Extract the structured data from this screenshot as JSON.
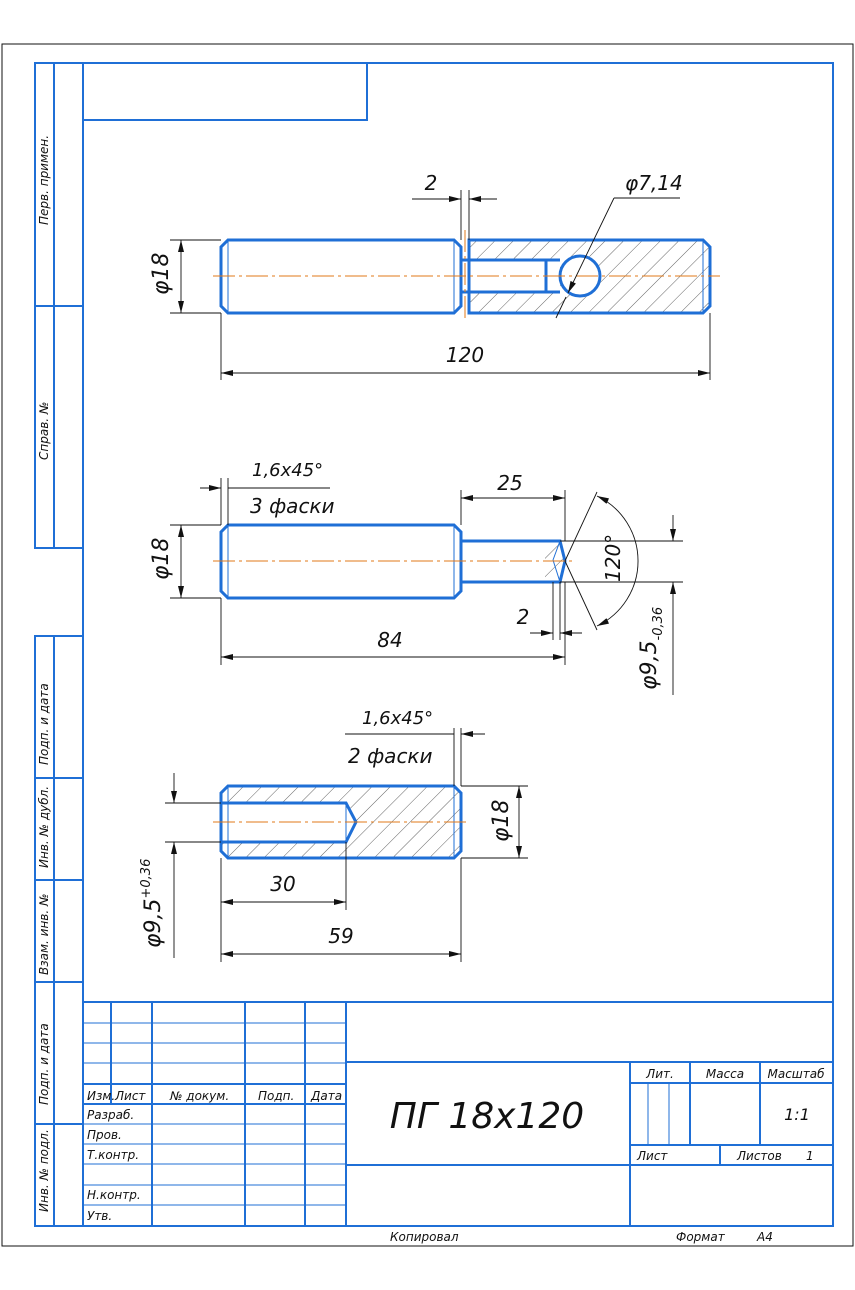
{
  "side_labels": {
    "perv_primen": "Перв. примен.",
    "sprav_no": "Справ. №",
    "podp_data_1": "Подп. и дата",
    "inv_dubl": "Инв. № дубл.",
    "vzam_inv": "Взам. инв. №",
    "podp_data_2": "Подп. и дата",
    "inv_podl": "Инв. № подл."
  },
  "view1": {
    "dia": "φ18",
    "length": "120",
    "gap": "2",
    "hole_dia": "φ7,14"
  },
  "view2": {
    "dia": "φ18",
    "chamfer": "1,6x45°",
    "chamfer_note": "3 фаски",
    "step_len": "25",
    "angle": "120°",
    "tip_len": "2",
    "length": "84",
    "pin_dia": "φ9,5",
    "pin_tol": "-0,36"
  },
  "view3": {
    "chamfer": "1,6x45°",
    "chamfer_note": "2 фаски",
    "dia": "φ18",
    "bore_dia": "φ9,5",
    "bore_tol": "+0,36",
    "bore_depth": "30",
    "length": "59"
  },
  "title_block": {
    "designation": "ПГ 18х120",
    "izm": "Изм.",
    "list": "Лист",
    "n_dokum": "№ докум.",
    "podp": "Подп.",
    "data": "Дата",
    "razrab": "Разраб.",
    "prov": "Пров.",
    "t_kontr": "Т.контр.",
    "n_kontr": "Н.контр.",
    "utv": "Утв.",
    "lit": "Лит.",
    "massa": "Масса",
    "masshtab": "Масштаб",
    "scale": "1:1",
    "list2": "Лист",
    "listov": "Листов",
    "listov_value": "1"
  },
  "footer": {
    "kopiroval": "Копировал",
    "format_label": "Формат",
    "format_value": "А4"
  }
}
